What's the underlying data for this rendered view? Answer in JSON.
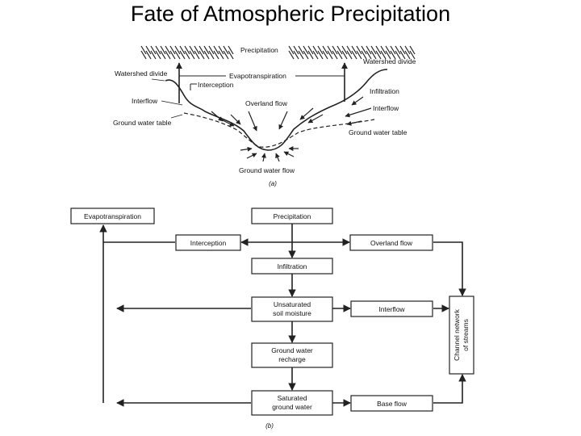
{
  "slide": {
    "title": "Fate of Atmospheric Precipitation"
  },
  "cross_section": {
    "labels": {
      "precipitation": "Precipitation",
      "watershed_divide_left": "Watershed divide",
      "watershed_divide_right": "Watershed divide",
      "evapotranspiration": "Evapotranspiration",
      "interception": "Interception",
      "infiltration": "Infiltration",
      "interflow_left": "Interflow",
      "interflow_right": "Interflow",
      "overland_flow": "Overland flow",
      "ground_water_table_left": "Ground water table",
      "ground_water_table_right": "Ground water table",
      "ground_water_flow": "Ground water flow"
    },
    "caption": "(a)"
  },
  "flowchart": {
    "boxes": {
      "evapotranspiration": "Evapotranspiration",
      "precipitation": "Precipitation",
      "interception": "Interception",
      "overland_flow": "Overland flow",
      "infiltration": "Infiltration",
      "unsaturated_line1": "Unsaturated",
      "unsaturated_line2": "soil moisture",
      "interflow": "Interflow",
      "gw_recharge_line1": "Ground water",
      "gw_recharge_line2": "recharge",
      "saturated_line1": "Saturated",
      "saturated_line2": "ground water",
      "base_flow": "Base flow",
      "channel_line1": "Channel network",
      "channel_line2": "of streams"
    },
    "caption": "(b)"
  }
}
